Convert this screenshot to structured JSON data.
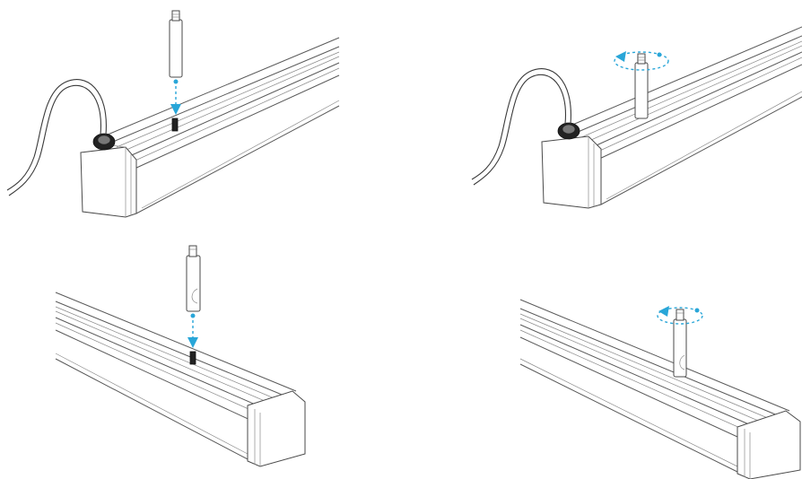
{
  "diagram": {
    "panels": [
      {
        "id": "top-left",
        "cable": true,
        "action": "insert",
        "rod_lowered": false
      },
      {
        "id": "top-right",
        "cable": true,
        "action": "rotate",
        "rod_lowered": true
      },
      {
        "id": "bottom-left",
        "cable": false,
        "action": "insert",
        "rod_lowered": false
      },
      {
        "id": "bottom-right",
        "cable": false,
        "action": "rotate",
        "rod_lowered": true
      }
    ],
    "accent_color": "#29a6d8"
  }
}
